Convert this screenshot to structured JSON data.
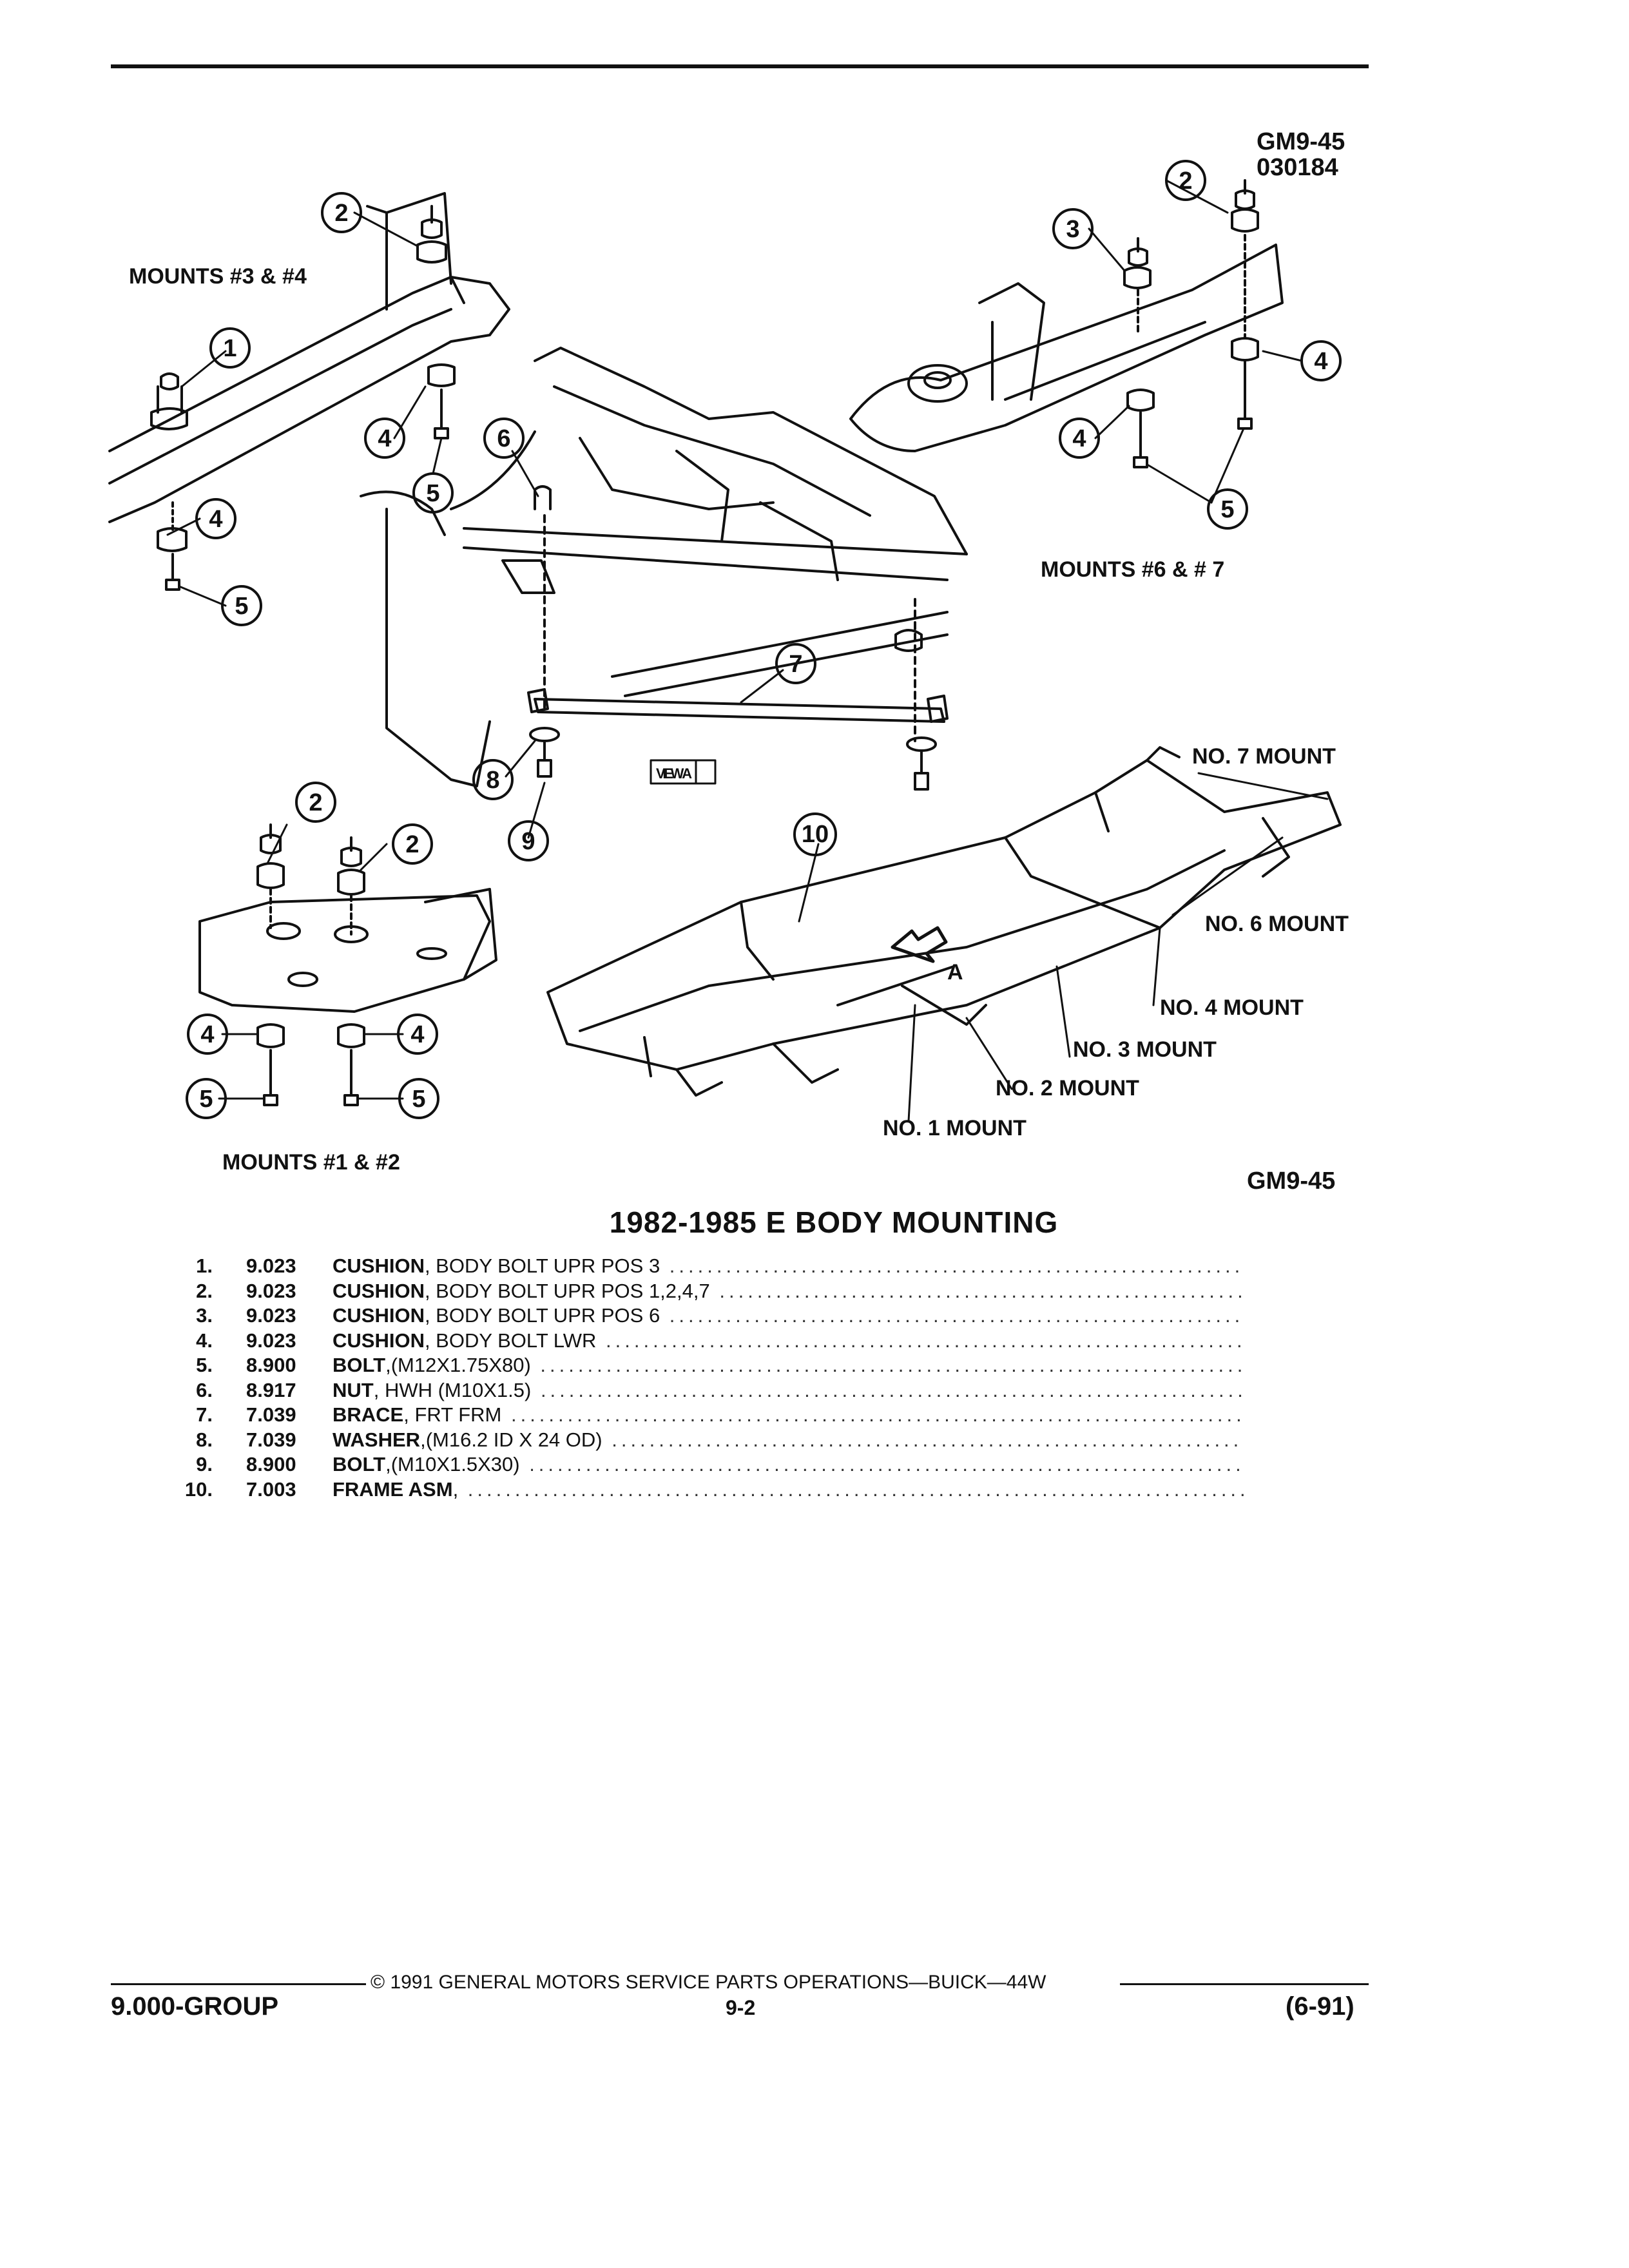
{
  "diagram": {
    "ref_code": "GM9-45",
    "ref_number": "030184",
    "ref_code_bottom": "GM9-45",
    "captions": {
      "mounts_3_4": "MOUNTS #3 & #4",
      "mounts_6_7": "MOUNTS #6 & # 7",
      "mounts_1_2": "MOUNTS #1 & #2",
      "view_a": "VIEW A",
      "view_letter": "A",
      "no7": "NO. 7 MOUNT",
      "no6": "NO. 6 MOUNT",
      "no4": "NO. 4 MOUNT",
      "no3": "NO. 3 MOUNT",
      "no2": "NO. 2 MOUNT",
      "no1": "NO. 1 MOUNT"
    },
    "callouts": [
      "1",
      "2",
      "3",
      "4",
      "5",
      "6",
      "7",
      "8",
      "9",
      "10"
    ]
  },
  "title": "1982-1985 E BODY MOUNTING",
  "parts": [
    {
      "num": "1.",
      "code": "9.023",
      "name": "CUSHION",
      "desc": ", BODY BOLT UPR POS 3"
    },
    {
      "num": "2.",
      "code": "9.023",
      "name": "CUSHION",
      "desc": ", BODY BOLT UPR POS 1,2,4,7"
    },
    {
      "num": "3.",
      "code": "9.023",
      "name": "CUSHION",
      "desc": ", BODY BOLT UPR POS 6"
    },
    {
      "num": "4.",
      "code": "9.023",
      "name": "CUSHION",
      "desc": ", BODY BOLT LWR"
    },
    {
      "num": "5.",
      "code": "8.900",
      "name": "BOLT",
      "desc": ",(M12X1.75X80)"
    },
    {
      "num": "6.",
      "code": "8.917",
      "name": "NUT",
      "desc": ", HWH (M10X1.5)"
    },
    {
      "num": "7.",
      "code": "7.039",
      "name": "BRACE",
      "desc": ", FRT FRM"
    },
    {
      "num": "8.",
      "code": "7.039",
      "name": "WASHER",
      "desc": ",(M16.2 ID X 24 OD)"
    },
    {
      "num": "9.",
      "code": "8.900",
      "name": "BOLT",
      "desc": ",(M10X1.5X30)"
    },
    {
      "num": "10.",
      "code": "7.003",
      "name": "FRAME ASM",
      "desc": ","
    }
  ],
  "footer": {
    "copyright": "© 1991 GENERAL MOTORS SERVICE PARTS OPERATIONS—BUICK—44W",
    "group": "9.000-GROUP",
    "page": "9-2",
    "date": "(6-91)"
  }
}
